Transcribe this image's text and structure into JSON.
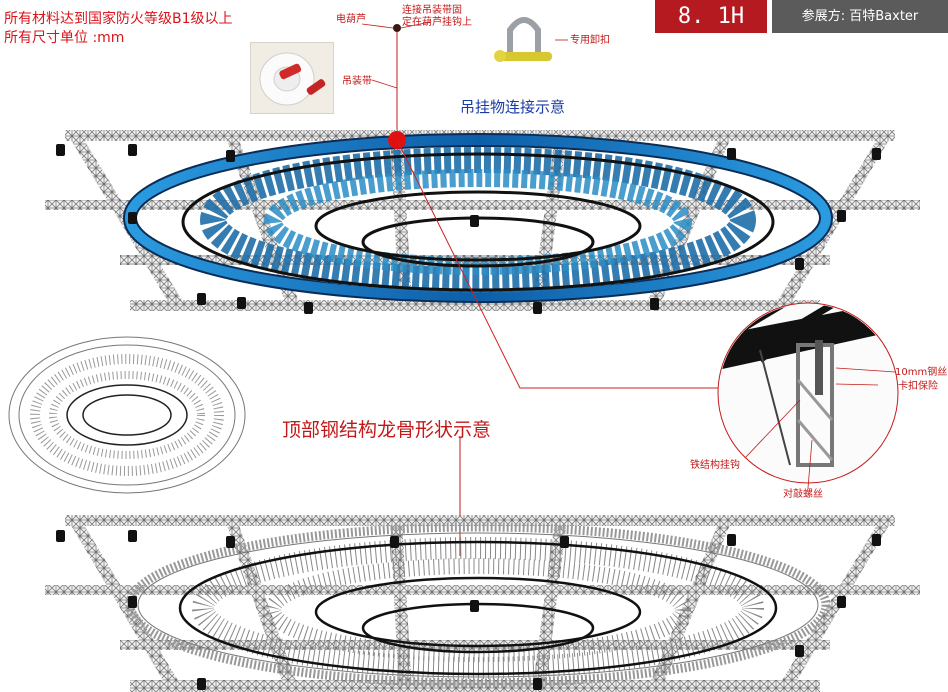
{
  "header": {
    "notes": [
      "所有材料达到国家防火等级B1级以上",
      "所有尺寸单位 :mm"
    ],
    "hall": "8. 1H",
    "exhibitor": "参展方: 百特Baxter"
  },
  "callouts": {
    "hoist": "电葫芦",
    "sling_line1": "连接吊装带固",
    "sling_line2": "定在葫芦挂钩上",
    "shackle": "专用卸扣",
    "sling": "吊装带",
    "connection_title": "吊挂物连接示意",
    "frame_title": "顶部钢结构龙骨形状示意",
    "wire": "10mm钢丝",
    "clip": "钢丝卡扣保险",
    "hook": "铁结构挂钩",
    "turnbuckle": "对敲螺丝"
  },
  "colors": {
    "accent_red": "#d8141c",
    "ring_blue": "#1d7fc0",
    "badge": "#b51a20",
    "truss": "#6a6a6a"
  }
}
